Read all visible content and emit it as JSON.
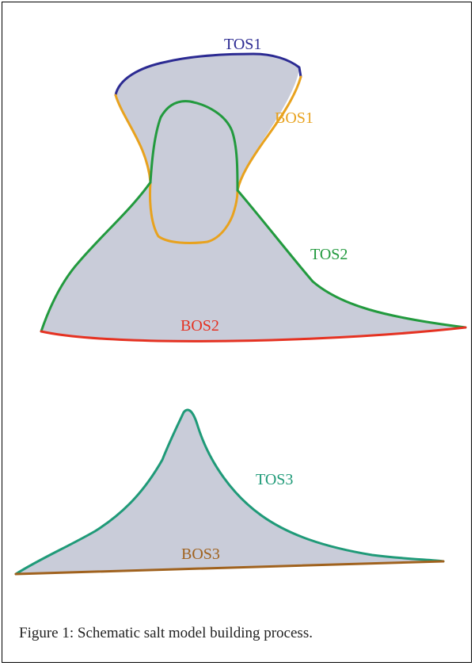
{
  "colors": {
    "salt_fill": "#c9ccd9",
    "tos1": "#2b2a92",
    "bos1": "#e8a21e",
    "tos2": "#229a3e",
    "bos2": "#e53222",
    "tos3": "#1f9a78",
    "bos3": "#a0621e"
  },
  "labels": {
    "tos1": "TOS1",
    "bos1": "BOS1",
    "tos2": "TOS2",
    "bos2": "BOS2",
    "tos3": "TOS3",
    "bos3": "BOS3"
  },
  "caption": "Figure 1: Schematic salt model building process."
}
